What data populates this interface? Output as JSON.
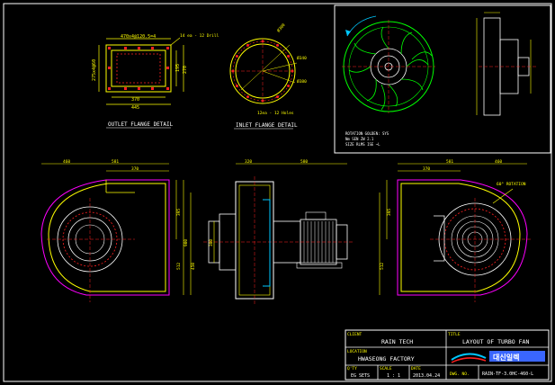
{
  "drawing": {
    "outlet_flange_label": "OUTLET FLANGE DETAIL",
    "inlet_flange_label": "INLET FLANGE DETAIL",
    "outlet_dims": {
      "top": "470x4@120.5=4",
      "side": "275x4@60",
      "bottom_a": "370",
      "bottom_b": "445",
      "right_a": "195",
      "right_b": "270",
      "bolt_note": "14 ea - 12 Drill"
    },
    "inlet_dims": {
      "d1": "Ø300",
      "d2": "Ø340",
      "d3": "Ø380",
      "bolt_note": "12ea - 12 Holes"
    },
    "front_dims": {
      "top_a": "460",
      "top_b": "581",
      "top_c": "370",
      "right_a": "395",
      "right_b": "450",
      "right_c": "900",
      "right_d": "512"
    },
    "side_dims": {
      "top_a": "320",
      "top_b": "580",
      "left": "380"
    },
    "rear_dims": {
      "top_a": "581",
      "top_b": "460",
      "top_c": "370",
      "left_a": "395",
      "left_b": "512",
      "note": "60° ROTATION"
    },
    "impeller_note_lines": [
      "ROTATION   GOLDEN: SYS",
      "Nm   SEN    ZW   2.1",
      "SIZE  RLMS   ISE  ~L"
    ]
  },
  "title_block": {
    "client_label": "CLIENT",
    "client_value": "RAIN TECH",
    "location_label": "LOCATION",
    "location_value": "HWASEONG FACTORY",
    "qty_label": "Q'TY",
    "qty_value": "EG SETS",
    "scale_label": "SCALE",
    "scale_value": "1 : 1",
    "date_label": "DATE",
    "date_value": "2013.04.24",
    "title_label": "TITLE",
    "title_value": "LAYOUT OF TURBO FAN",
    "logo_text": "대신일렉",
    "dwg_label": "DWG. NO.",
    "dwg_value": "RAIN-TF-3.0HC-460-L"
  },
  "colors": {
    "background": "#000000",
    "white": "#ffffff",
    "yellow": "#ffff00",
    "green": "#00ff00",
    "red": "#ff2020",
    "magenta": "#ff00ff",
    "cyan": "#00c8ff",
    "blue": "#3a66ff"
  }
}
